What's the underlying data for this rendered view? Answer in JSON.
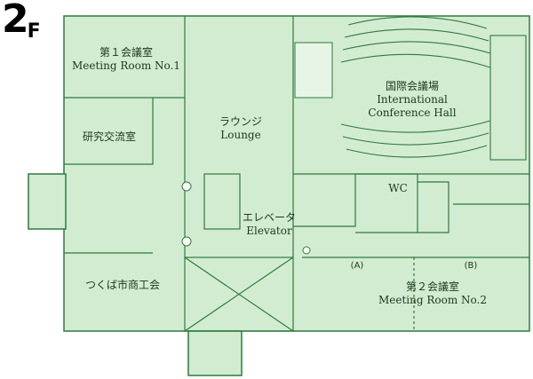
{
  "floor": {
    "number": "2",
    "letter": "F"
  },
  "rooms": {
    "meeting_room_1": {
      "ja": "第１会議室",
      "en": "Meeting Room No.1"
    },
    "research_exchange": {
      "ja": "研究交流室"
    },
    "lounge": {
      "ja": "ラウンジ",
      "en": "Lounge"
    },
    "conference_hall": {
      "ja": "国際会議場",
      "en_line1": "International",
      "en_line2": "Conference Hall"
    },
    "wc": {
      "en": "WC"
    },
    "elevator": {
      "ja": "エレベータ",
      "en": "Elevator"
    },
    "chamber_commerce": {
      "ja": "つくば市商工会"
    },
    "meeting_room_2": {
      "ja": "第２会議室",
      "en": "Meeting Room No.2"
    },
    "section_a": {
      "label": "(A)"
    },
    "section_b": {
      "label": "(B)"
    }
  },
  "colors": {
    "floor_fill": "#d2ecd2",
    "wall": "#2f7a3c",
    "light_fill": "#e6f5e6",
    "white_fill": "#ffffff"
  }
}
